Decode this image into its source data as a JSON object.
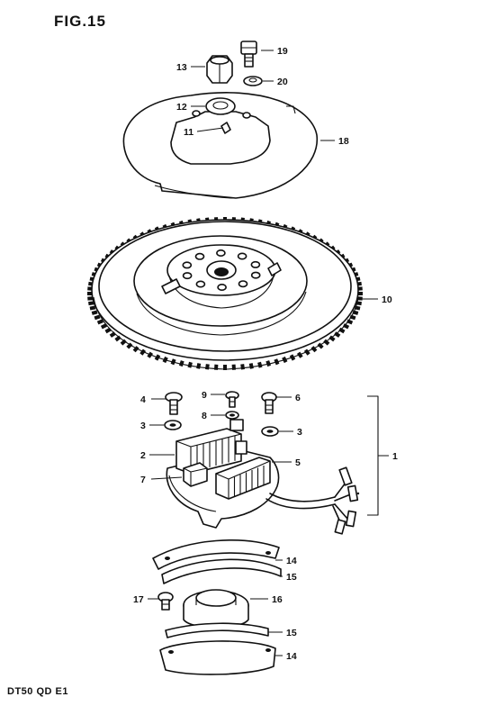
{
  "figure": {
    "title": "FIG.15",
    "model_code": "DT50  QD  E1"
  },
  "callouts": [
    {
      "id": "c19",
      "label": "19"
    },
    {
      "id": "c13",
      "label": "13"
    },
    {
      "id": "c20",
      "label": "20"
    },
    {
      "id": "c12",
      "label": "12"
    },
    {
      "id": "c11",
      "label": "11"
    },
    {
      "id": "c18",
      "label": "18"
    },
    {
      "id": "c10",
      "label": "10"
    },
    {
      "id": "c4",
      "label": "4"
    },
    {
      "id": "c9",
      "label": "9"
    },
    {
      "id": "c6",
      "label": "6"
    },
    {
      "id": "c8",
      "label": "8"
    },
    {
      "id": "c3a",
      "label": "3"
    },
    {
      "id": "c3b",
      "label": "3"
    },
    {
      "id": "c1",
      "label": "1"
    },
    {
      "id": "c2",
      "label": "2"
    },
    {
      "id": "c5",
      "label": "5"
    },
    {
      "id": "c7",
      "label": "7"
    },
    {
      "id": "c14a",
      "label": "14"
    },
    {
      "id": "c15a",
      "label": "15"
    },
    {
      "id": "c17",
      "label": "17"
    },
    {
      "id": "c16",
      "label": "16"
    },
    {
      "id": "c15b",
      "label": "15"
    },
    {
      "id": "c14b",
      "label": "14"
    }
  ]
}
